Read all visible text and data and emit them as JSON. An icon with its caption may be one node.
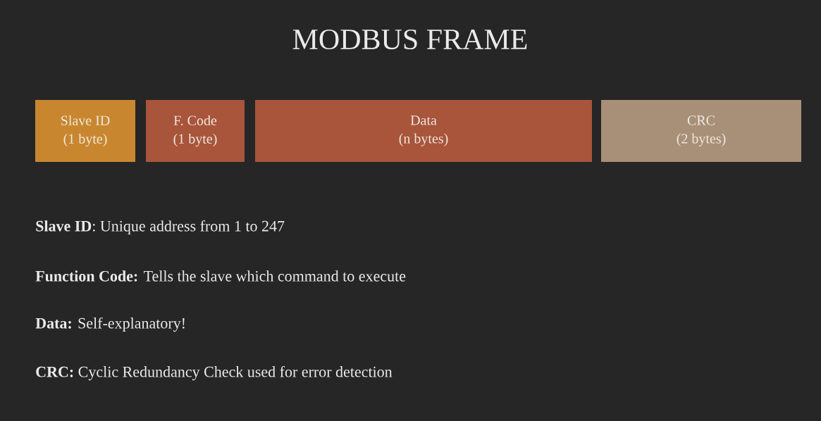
{
  "diagram": {
    "title": "MODBUS FRAME",
    "nodes": [
      {
        "text": [
          "Slave ID",
          "(1 byte)"
        ]
      },
      {
        "text": [
          "F. Code",
          "(1 byte)"
        ]
      },
      {
        "text": [
          "Data",
          "(n bytes)"
        ]
      },
      {
        "text": [
          "CRC",
          "(2 bytes)"
        ]
      }
    ],
    "labels": [
      "**Slave ID**: Unique address from 1 to 247",
      "**Function Code:** Tells the slave which command to execute",
      "**Data:** Self-explanatory!",
      "**CRC:** Cyclic Redundancy Check used for error detection"
    ]
  }
}
